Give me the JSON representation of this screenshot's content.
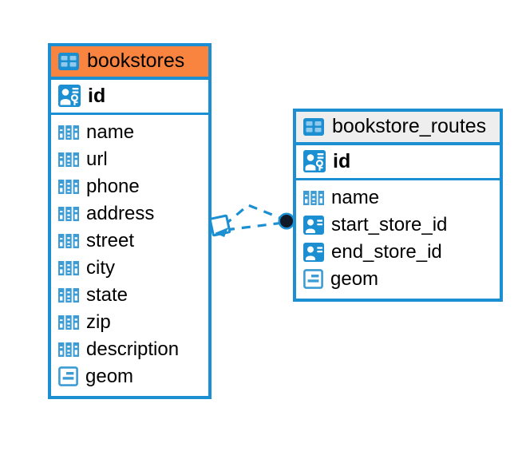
{
  "diagram": {
    "type": "entity-relationship-diagram",
    "colors": {
      "accent_blue": "#1b8fd1",
      "header_orange": "#f9843f",
      "header_grey": "#eeeeee",
      "endpoint_dark": "#111827",
      "background": "#ffffff"
    },
    "tables": [
      {
        "name": "bookstores",
        "header_style": "orange",
        "table_icon": "table-icon",
        "primary_key": {
          "label": "id",
          "icon": "primary-key-icon"
        },
        "fields": [
          {
            "label": "name",
            "icon": "abc-text-icon"
          },
          {
            "label": "url",
            "icon": "abc-text-icon"
          },
          {
            "label": "phone",
            "icon": "abc-text-icon"
          },
          {
            "label": "address",
            "icon": "abc-text-icon"
          },
          {
            "label": "street",
            "icon": "abc-text-icon"
          },
          {
            "label": "city",
            "icon": "abc-text-icon"
          },
          {
            "label": "state",
            "icon": "abc-text-icon"
          },
          {
            "label": "zip",
            "icon": "abc-text-icon"
          },
          {
            "label": "description",
            "icon": "abc-text-icon"
          },
          {
            "label": "geom",
            "icon": "geometry-icon"
          }
        ]
      },
      {
        "name": "bookstore_routes",
        "header_style": "grey",
        "table_icon": "table-icon",
        "primary_key": {
          "label": "id",
          "icon": "primary-key-icon"
        },
        "fields": [
          {
            "label": "name",
            "icon": "abc-text-icon"
          },
          {
            "label": "start_store_id",
            "icon": "foreign-key-icon"
          },
          {
            "label": "end_store_id",
            "icon": "foreign-key-icon"
          },
          {
            "label": "geom",
            "icon": "geometry-icon"
          }
        ]
      }
    ],
    "relationship": {
      "from_table": "bookstores",
      "to_table": "bookstore_routes",
      "line_style": "dashed",
      "source_endpoint": "diamond",
      "target_endpoint": "filled-circle"
    }
  }
}
